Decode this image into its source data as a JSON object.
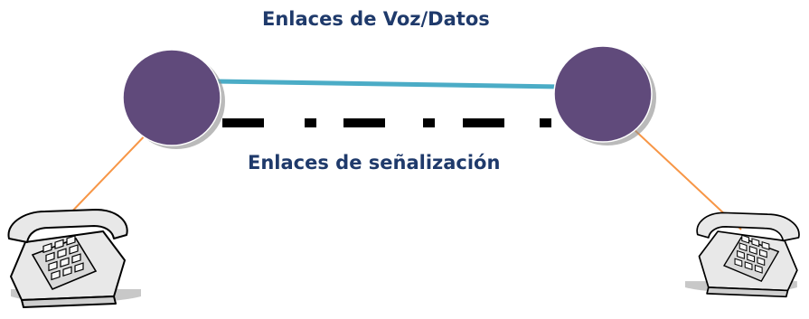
{
  "labels": {
    "voice_data_links": "Enlaces de Voz/Datos",
    "signaling_links": "Enlaces de señalización"
  },
  "nodes": [
    {
      "name": "left-switch-node",
      "icon": "circle-node"
    },
    {
      "name": "right-switch-node",
      "icon": "circle-node"
    }
  ],
  "phones": [
    {
      "name": "left-telephone",
      "icon": "telephone-icon"
    },
    {
      "name": "right-telephone",
      "icon": "telephone-icon"
    }
  ],
  "colors": {
    "label_text": "#1F3A6B",
    "node_fill": "#604A7B",
    "node_shadow": "#8C8C8C",
    "voice_link": "#4BACC6",
    "signal_link": "#000000",
    "phone_line": "#F79646",
    "phone_body": "#E8E8E8",
    "phone_outline": "#000000"
  }
}
